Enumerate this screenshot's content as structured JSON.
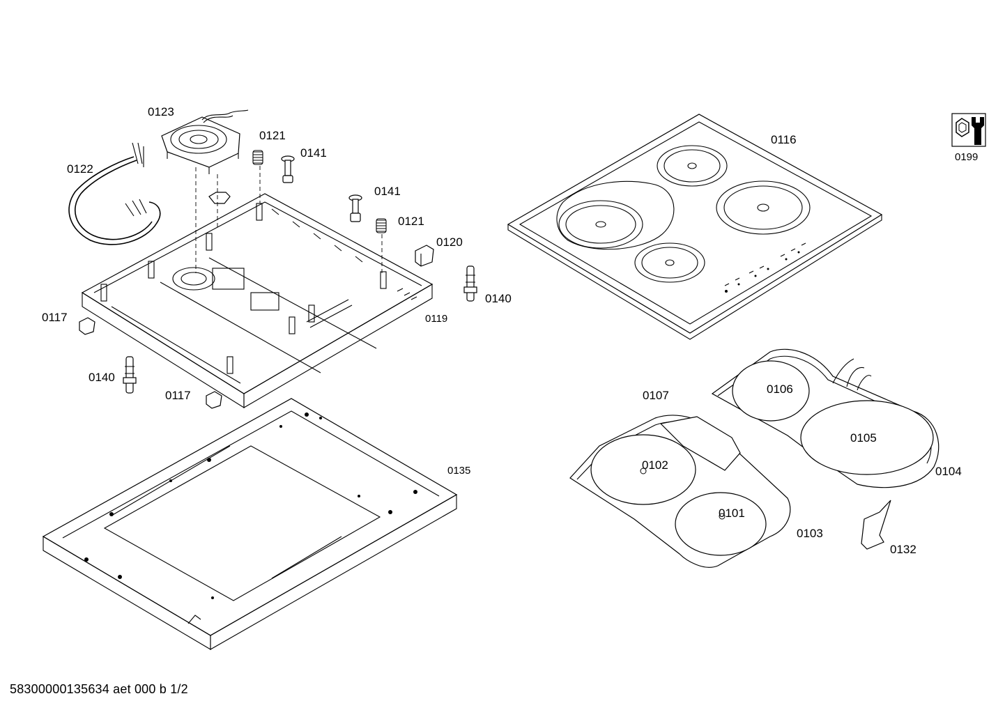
{
  "labels": {
    "p0123": "0123",
    "p0122": "0122",
    "p0121a": "0121",
    "p0141a": "0141",
    "p0141b": "0141",
    "p0121b": "0121",
    "p0120": "0120",
    "p0140a": "0140",
    "p0117a": "0117",
    "p0119": "0119",
    "p0140b": "0140",
    "p0117b": "0117",
    "p0135": "0135",
    "p0116": "0116",
    "p0199": "0199",
    "p0107": "0107",
    "p0106": "0106",
    "p0105": "0105",
    "p0104": "0104",
    "p0102": "0102",
    "p0101": "0101",
    "p0103": "0103",
    "p0132": "0132"
  },
  "footer": "58300000135634 aet 000 b 1/2",
  "icons": {
    "service_tool": "wrench-nut-icon"
  }
}
